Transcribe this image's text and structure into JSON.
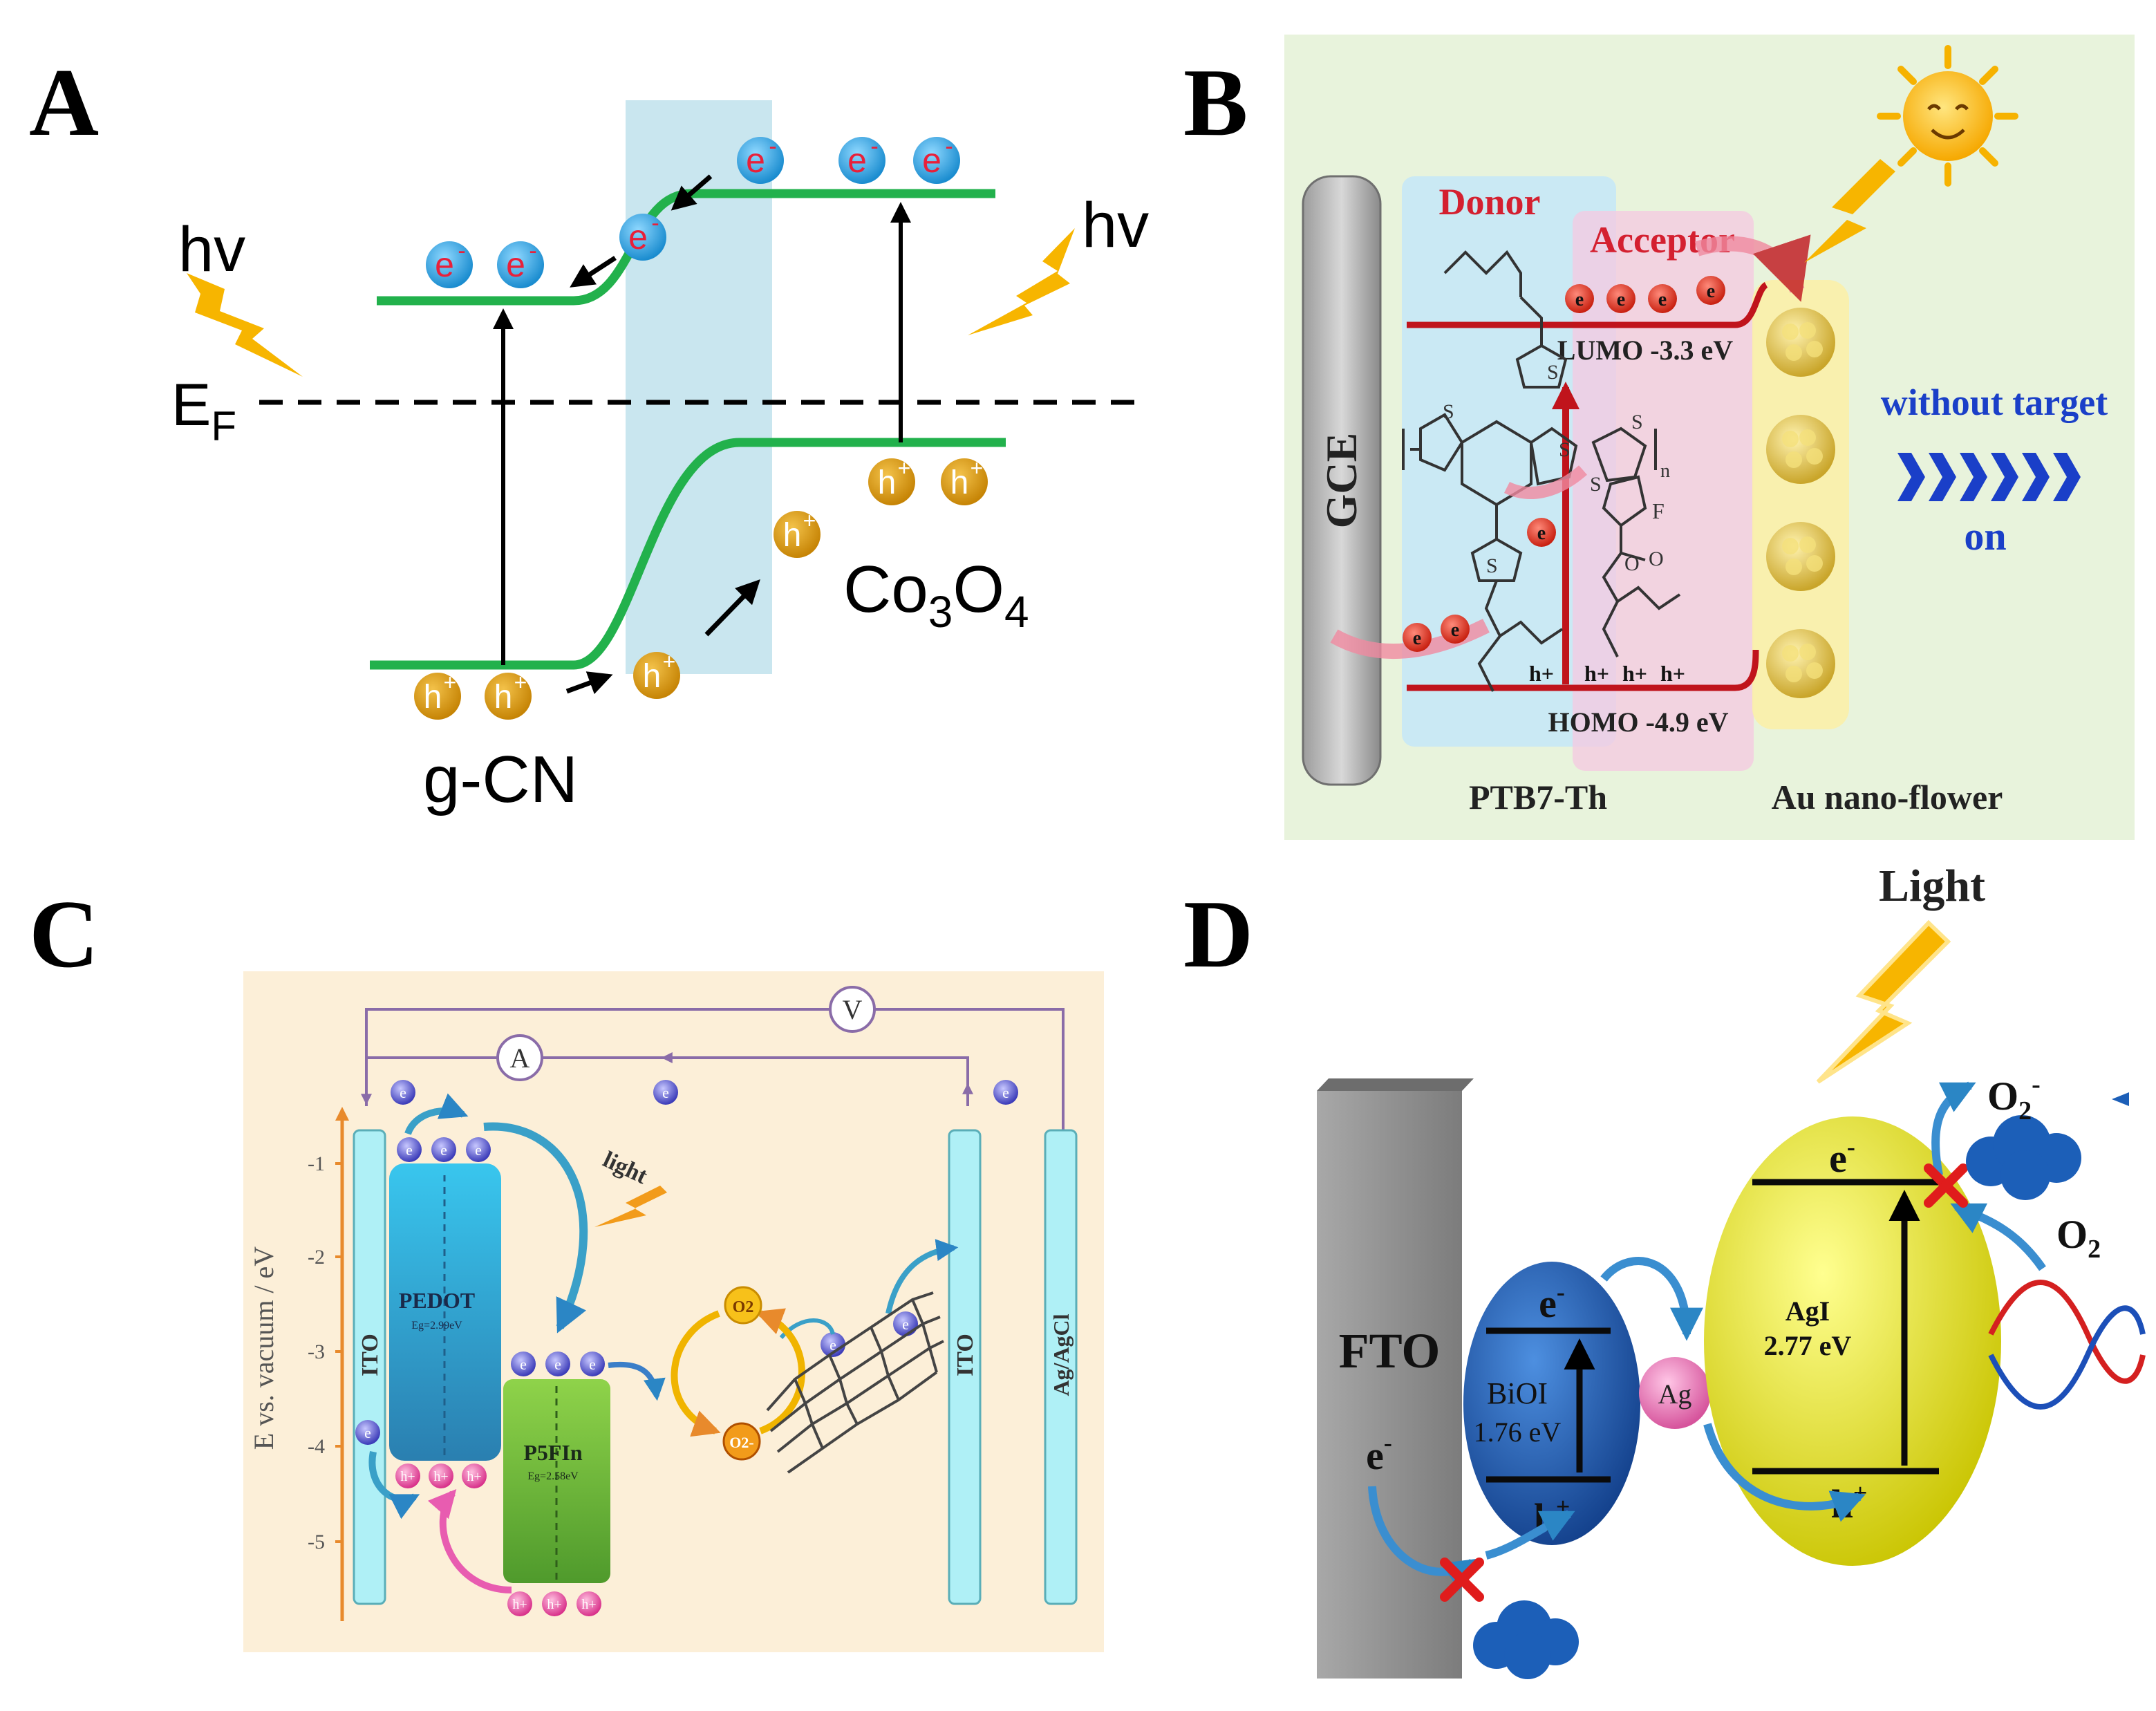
{
  "panels": {
    "A": {
      "letter": "A",
      "hv_left": "hv",
      "hv_right": "hv",
      "fermi_level": "E",
      "fermi_sub": "F",
      "left_material": "g-CN",
      "right_material_main": "Co",
      "right_material_sub1": "3",
      "right_material_o": "O",
      "right_material_sub2": "4",
      "electron": "e",
      "electron_sup": "-",
      "hole": "h",
      "hole_sup": "+"
    },
    "B": {
      "letter": "B",
      "electrode": "GCE",
      "donor": "Donor",
      "acceptor": "Acceptor",
      "lumo": "LUMO -3.3 eV",
      "homo": "HOMO -4.9 eV",
      "polymer": "PTB7-Th",
      "nanoflower": "Au nano-flower",
      "without_target": "without target",
      "state": "on",
      "sulfur": "S",
      "fluorine": "F",
      "oxygen": "O",
      "n_sub": "n",
      "electron": "e",
      "hole": "h+"
    },
    "C": {
      "letter": "C",
      "voltmeter": "V",
      "ammeter": "A",
      "yaxis_label": "E vs. vacuum / eV",
      "yticks": [
        "-1",
        "-2",
        "-3",
        "-4",
        "-5"
      ],
      "ito_left": "ITO",
      "ito_right": "ITO",
      "reference": "Ag/AgCl",
      "pedot": "PEDOT",
      "pedot_gap": "Eg=2.99eV",
      "p5fin": "P5FIn",
      "p5fin_gap": "Eg=2.58eV",
      "light": "light",
      "o2": "O2",
      "o2_radical": "O2-",
      "electron": "e",
      "hole": "h+"
    },
    "D": {
      "letter": "D",
      "light": "Light",
      "fto": "FTO",
      "bioi": "BiOI",
      "bioi_gap": "1.76 eV",
      "agi": "AgI",
      "agi_gap": "2.77 eV",
      "ag": "Ag",
      "electron": "e",
      "electron_sup": "-",
      "hole": "h",
      "hole_sup": "+",
      "superoxide": "O",
      "superoxide_sub": "2",
      "superoxide_sup": "-",
      "oxygen": "O",
      "oxygen_sub": "2"
    }
  },
  "colors": {
    "band_green": "#22b14c",
    "electron_blue": "#2a9fd8",
    "hole_orange": "#d9940f",
    "bolt_yellow": "#f7b500",
    "panelB_bg": "#e8f3dc",
    "panelC_bg": "#fcefd8",
    "bioi_blue": "#1f5fb8",
    "agi_yellow": "#e6e62a",
    "ag_pink": "#e66fb0",
    "fto_gray": "#8c8c8c"
  }
}
